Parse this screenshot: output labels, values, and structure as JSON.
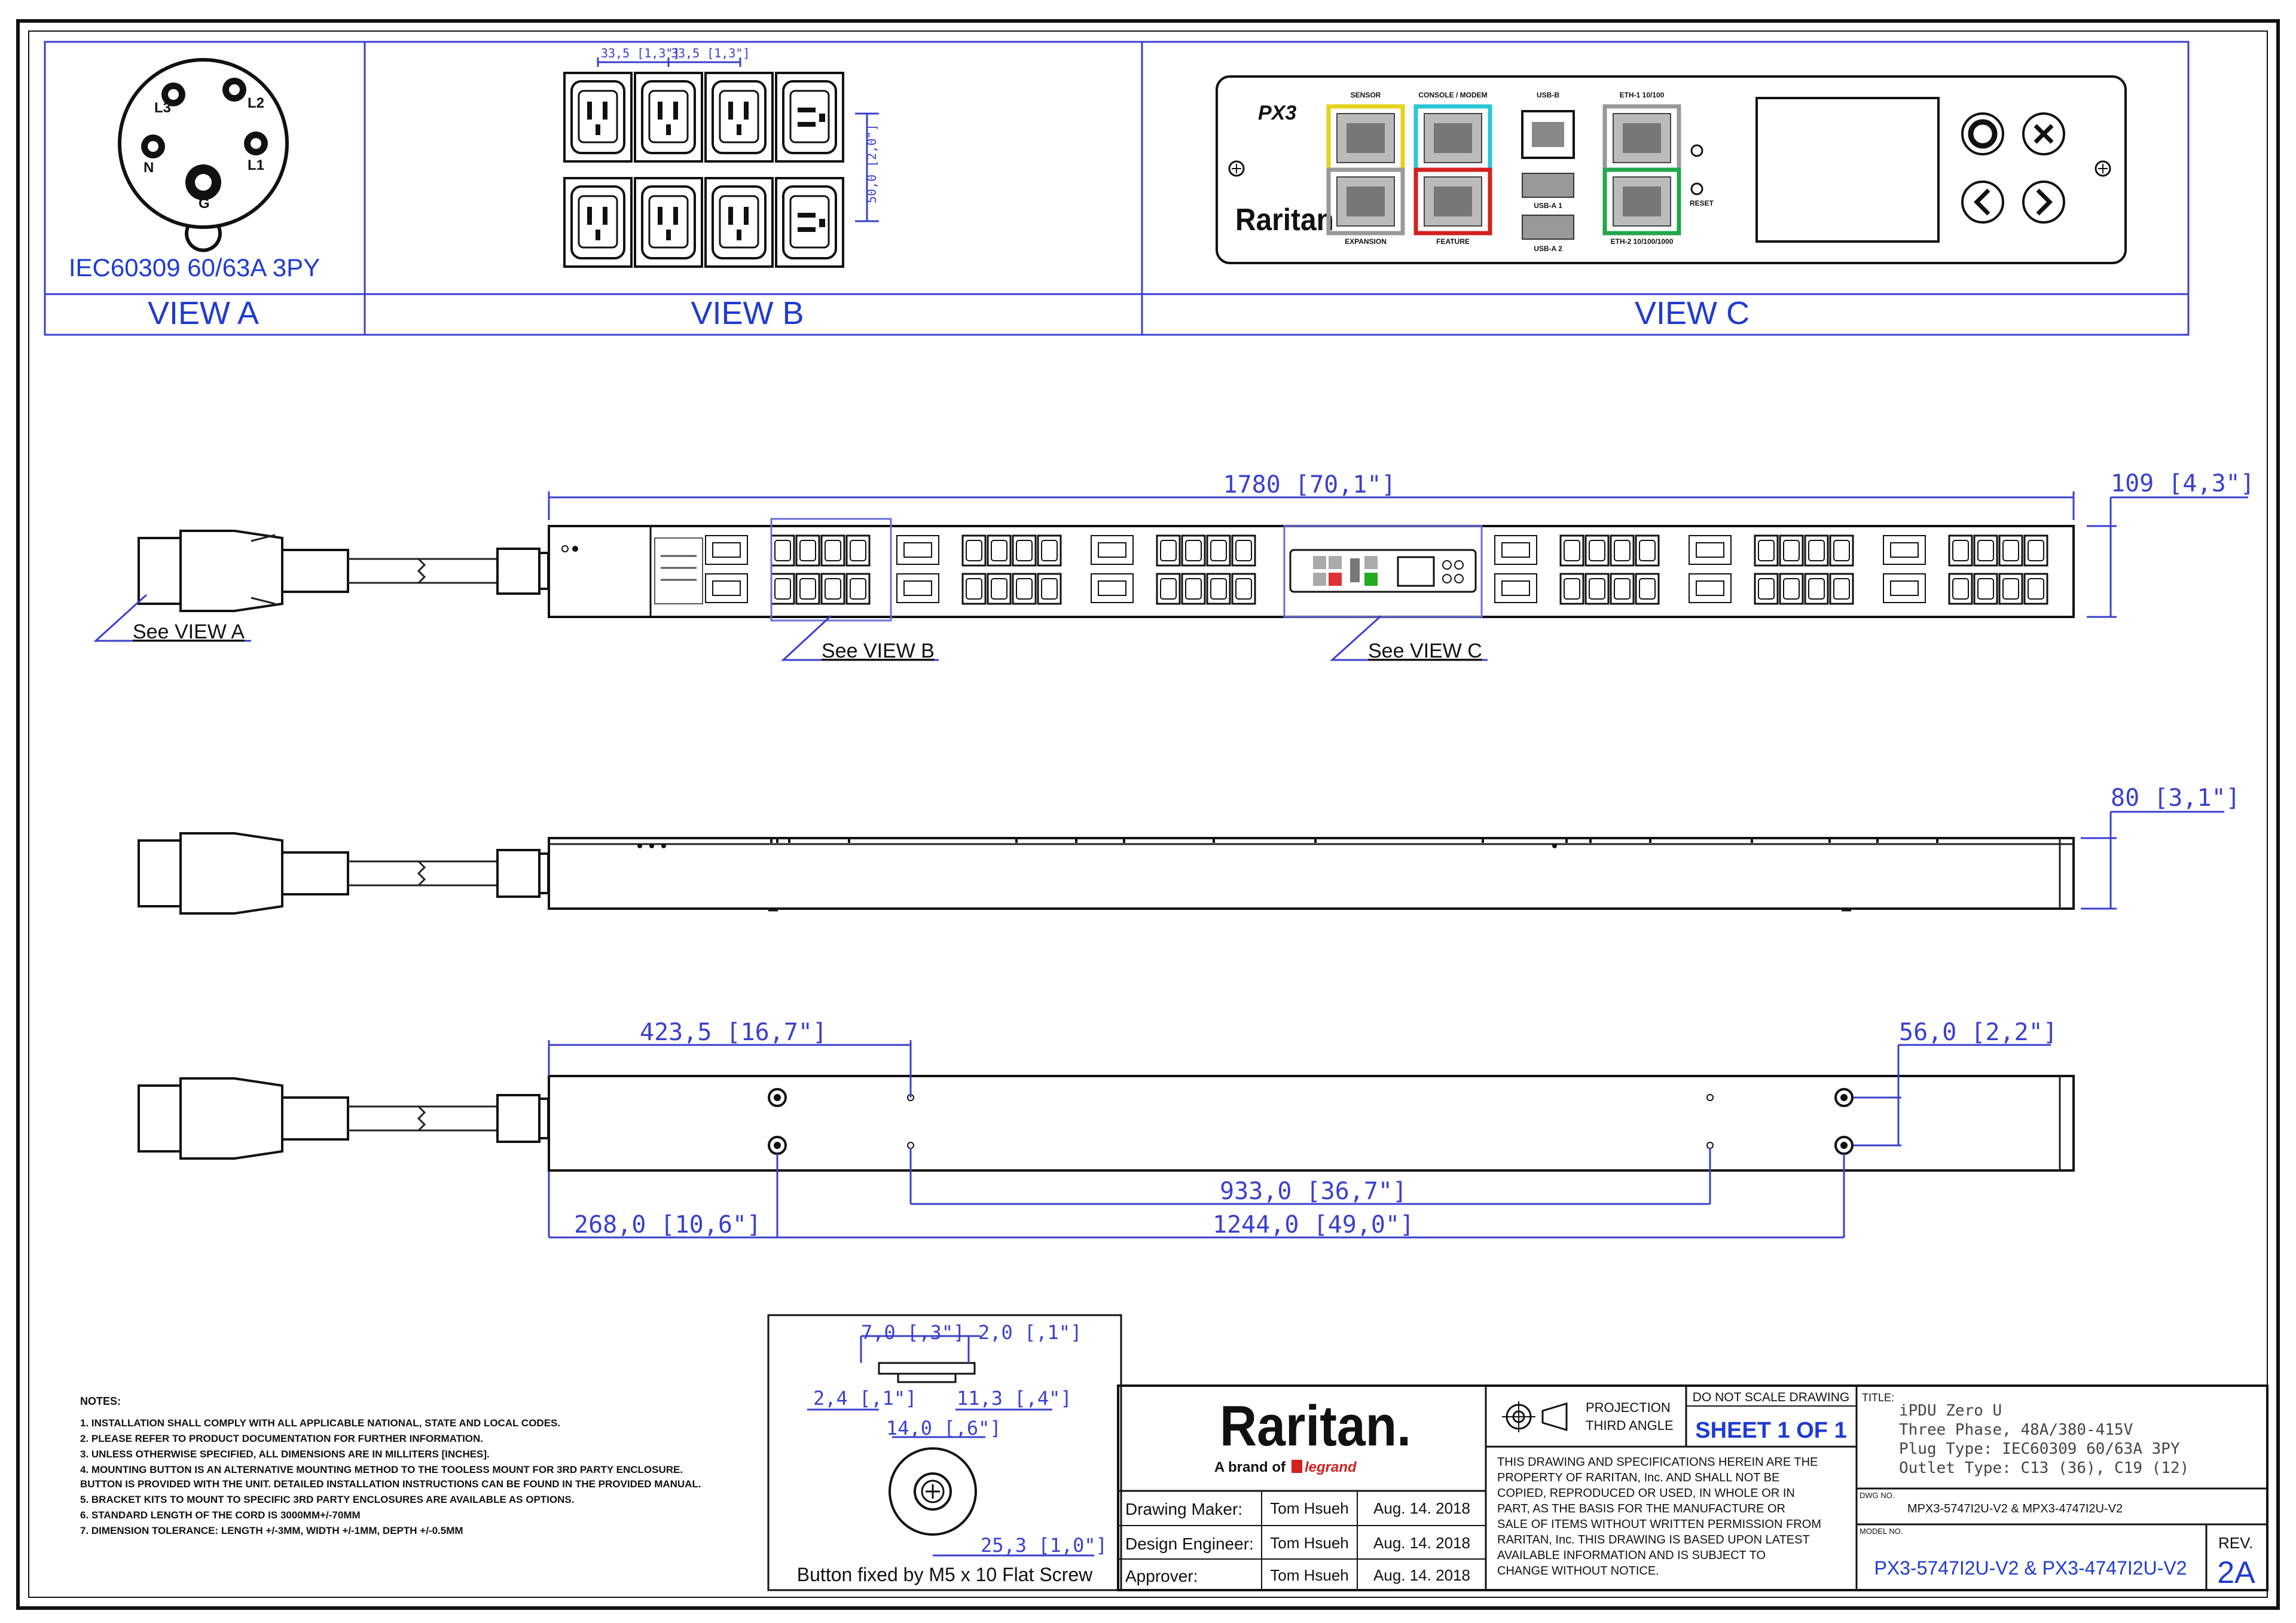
{
  "views": {
    "a": {
      "label": "VIEW A",
      "plug_caption": "IEC60309 60/63A 3PY",
      "pins": [
        "L3",
        "L2",
        "N",
        "L1",
        "G"
      ]
    },
    "b": {
      "label": "VIEW B",
      "dims": [
        "33,5 [1,3\"]",
        "33,5 [1,3\"]",
        "50,0 [2,0\"]"
      ]
    },
    "c": {
      "label": "VIEW C",
      "brand": "Raritan",
      "model_badge": "PX3",
      "ports": {
        "sensor": "SENSOR",
        "console": "CONSOLE / MODEM",
        "usb_b": "USB-B",
        "eth1": "ETH-1 10/100",
        "expansion": "EXPANSION",
        "feature": "FEATURE",
        "usb_a1": "USB-A 1",
        "usb_a2": "USB-A 2",
        "eth2": "ETH-2 10/100/1000",
        "reset": "RESET"
      }
    }
  },
  "front_view": {
    "length_dim": "1780 [70,1\"]",
    "width_dim": "109 [4,3\"]",
    "callouts": {
      "a": "See VIEW A",
      "b": "See VIEW B",
      "c": "See VIEW C"
    }
  },
  "side_view": {
    "depth_dim": "80 [3,1\"]"
  },
  "back_view": {
    "dims": {
      "d1": "423,5 [16,7\"]",
      "d2": "56,0 [2,2\"]",
      "d3": "933,0 [36,7\"]",
      "d4": "268,0 [10,6\"]",
      "d5": "1244,0 [49,0\"]"
    }
  },
  "button_detail": {
    "caption": "Button fixed by M5 x 10 Flat Screw",
    "dims": [
      "7,0 [,3\"]",
      "2,0 [,1\"]",
      "2,4 [,1\"]",
      "11,3 [,4\"]",
      "14,0 [,6\"]",
      "25,3 [1,0\"]"
    ]
  },
  "notes": {
    "title": "NOTES:",
    "items": [
      "1. INSTALLATION SHALL COMPLY WITH ALL APPLICABLE NATIONAL, STATE AND LOCAL CODES.",
      "2. PLEASE REFER TO PRODUCT DOCUMENTATION FOR FURTHER INFORMATION.",
      "3. UNLESS OTHERWISE SPECIFIED, ALL DIMENSIONS ARE IN MILLITERS [INCHES].",
      "4. MOUNTING BUTTON IS AN ALTERNATIVE MOUNTING METHOD TO THE TOOLESS MOUNT FOR 3RD PARTY ENCLOSURE.",
      "   BUTTON IS PROVIDED WITH THE UNIT. DETAILED INSTALLATION INSTRUCTIONS CAN BE FOUND IN THE PROVIDED MANUAL.",
      "5. BRACKET KITS TO MOUNT TO SPECIFIC 3RD PARTY ENCLOSURES ARE AVAILABLE AS OPTIONS.",
      "6. STANDARD LENGTH OF THE CORD IS 3000MM+/-70MM",
      "7. DIMENSION TOLERANCE: LENGTH +/-3MM, WIDTH +/-1MM, DEPTH +/-0.5MM"
    ]
  },
  "title_block": {
    "logo": "Raritan.",
    "logo_sub": "A brand of",
    "logo_brand": "legrand",
    "roles": [
      {
        "role": "Drawing Maker:",
        "name": "Tom Hsueh",
        "date": "Aug. 14. 2018"
      },
      {
        "role": "Design Engineer:",
        "name": "Tom Hsueh",
        "date": "Aug. 14. 2018"
      },
      {
        "role": "Approver:",
        "name": "Tom Hsueh",
        "date": "Aug. 14. 2018"
      }
    ],
    "projection": [
      "PROJECTION",
      "THIRD ANGLE"
    ],
    "no_scale": "DO NOT SCALE DRAWING",
    "sheet": "SHEET 1 OF 1",
    "legal": [
      "THIS DRAWING AND SPECIFICATIONS HEREIN ARE THE",
      "PROPERTY OF RARITAN, Inc. AND SHALL NOT BE",
      "COPIED, REPRODUCED OR USED, IN WHOLE OR IN",
      "PART, AS THE BASIS FOR THE MANUFACTURE OR",
      "SALE OF ITEMS WITHOUT WRITTEN PERMISSION FROM",
      "RARITAN, Inc. THIS DRAWING IS BASED UPON LATEST",
      "AVAILABLE INFORMATION AND IS SUBJECT TO",
      "CHANGE WITHOUT NOTICE."
    ],
    "title_label": "TITLE:",
    "title_lines": [
      "iPDU Zero U",
      "Three Phase, 48A/380-415V",
      "Plug Type: IEC60309 60/63A 3PY",
      "Outlet Type: C13 (36), C19 (12)"
    ],
    "dwg_label": "DWG NO.",
    "dwg_no": "MPX3-5747I2U-V2 & MPX3-4747I2U-V2",
    "model_label": "MODEL NO.",
    "model_no": "PX3-5747I2U-V2 & PX3-4747I2U-V2",
    "rev_label": "REV.",
    "rev": "2A"
  }
}
